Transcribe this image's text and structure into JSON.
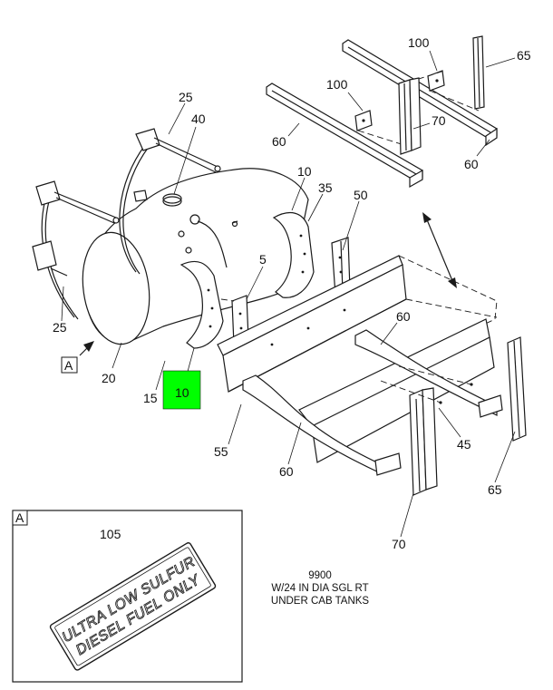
{
  "callouts": {
    "c100a": "100",
    "c65a": "65",
    "c100b": "100",
    "c70a": "70",
    "c60a": "60",
    "c60b": "60",
    "c25a": "25",
    "c40": "40",
    "c10a": "10",
    "c35": "35",
    "c50": "50",
    "c5": "5",
    "c25b": "25",
    "c20": "20",
    "c15": "15",
    "c10b": "10",
    "c60c": "60",
    "c45": "45",
    "c55": "55",
    "c60d": "60",
    "c65b": "65",
    "c70b": "70",
    "c105": "105"
  },
  "view_marker": "A",
  "detail_label": "A",
  "decal": {
    "line1": "ULTRA LOW SULFUR",
    "line2": "DIESEL FUEL ONLY"
  },
  "note": {
    "line1": "9900",
    "line2": "W/24 IN DIA SGL RT",
    "line3": "UNDER CAB TANKS"
  },
  "colors": {
    "highlight": "#00ff00",
    "line": "#1a1a1a",
    "background": "#ffffff"
  }
}
